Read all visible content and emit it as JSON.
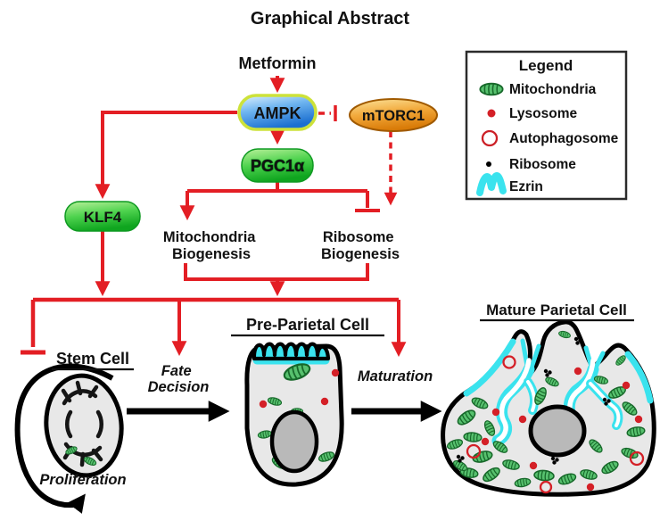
{
  "title": "Graphical Abstract",
  "pathway": {
    "metformin": "Metformin",
    "ampk": "AMPK",
    "mtorc1": "mTORC1",
    "pgc1a": "PGC1α",
    "klf4": "KLF4",
    "mitochondria_biogenesis": {
      "line1": "Mitochondria",
      "line2": "Biogenesis"
    },
    "ribosome_biogenesis": {
      "line1": "Ribosome",
      "line2": "Biogenesis"
    }
  },
  "cells": {
    "stem": {
      "label": "Stem Cell",
      "proliferation": "Proliferation"
    },
    "pre_parietal": {
      "label": "Pre-Parietal Cell"
    },
    "mature_parietal": {
      "label": "Mature Parietal Cell"
    }
  },
  "transitions": {
    "fate": {
      "line1": "Fate",
      "line2": "Decision"
    },
    "maturation": "Maturation"
  },
  "legend": {
    "title": "Legend",
    "items": [
      {
        "icon": "mitochondria-icon",
        "label": "Mitochondria"
      },
      {
        "icon": "lysosome-icon",
        "label": "Lysosome"
      },
      {
        "icon": "autophagosome-icon",
        "label": "Autophagosome"
      },
      {
        "icon": "ribosome-icon",
        "label": "Ribosome"
      },
      {
        "icon": "ezrin-icon",
        "label": "Ezrin"
      }
    ]
  },
  "colors": {
    "arrow_red": "#e31e24",
    "ezrin_cyan": "#3ae3ee",
    "mitochondria_green": "#57c16e",
    "lysosome_red": "#d42027",
    "ampk_blue": "#1f74d4",
    "ampk_border": "#cde23a",
    "pgc1_green": "#2eb82e",
    "mtorc1_orange": "#f2a93b",
    "cell_gray": "#e8e8e8",
    "nucleus_gray": "#b9b9b9"
  }
}
